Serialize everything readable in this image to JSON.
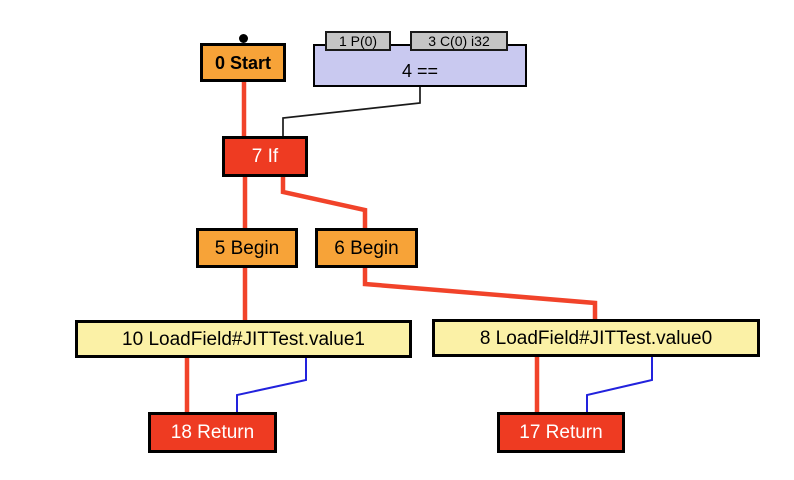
{
  "nodes": {
    "start": {
      "label": "0 Start",
      "kind": "control"
    },
    "param1": {
      "label": "1 P(0)",
      "kind": "value"
    },
    "const3": {
      "label": "3 C(0) i32",
      "kind": "constant"
    },
    "eq4": {
      "label": "4 ==",
      "kind": "expression"
    },
    "if7": {
      "label": "7 If",
      "kind": "control"
    },
    "begin5": {
      "label": "5 Begin",
      "kind": "control"
    },
    "begin6": {
      "label": "6 Begin",
      "kind": "control"
    },
    "load10": {
      "label": "10 LoadField#JITTest.value1",
      "kind": "memory"
    },
    "load8": {
      "label": "8 LoadField#JITTest.value0",
      "kind": "memory"
    },
    "ret18": {
      "label": "18 Return",
      "kind": "control"
    },
    "ret17": {
      "label": "17 Return",
      "kind": "control"
    }
  },
  "edges": [
    {
      "from": "0 Start",
      "to": "7 If",
      "type": "control"
    },
    {
      "from": "7 If",
      "to": "5 Begin",
      "type": "control"
    },
    {
      "from": "7 If",
      "to": "6 Begin",
      "type": "control"
    },
    {
      "from": "5 Begin",
      "to": "10 LoadField#JITTest.value1",
      "type": "control"
    },
    {
      "from": "6 Begin",
      "to": "8 LoadField#JITTest.value0",
      "type": "control"
    },
    {
      "from": "10 LoadField#JITTest.value1",
      "to": "18 Return",
      "type": "control"
    },
    {
      "from": "8 LoadField#JITTest.value0",
      "to": "17 Return",
      "type": "control"
    },
    {
      "from": "4 ==",
      "to": "7 If",
      "type": "expression"
    },
    {
      "from": "10 LoadField#JITTest.value1",
      "to": "18 Return",
      "type": "data"
    },
    {
      "from": "8 LoadField#JITTest.value0",
      "to": "17 Return",
      "type": "data"
    }
  ],
  "colors": {
    "background": "#ffffff",
    "node_orange": "#f7a338",
    "node_red": "#ee3b22",
    "node_yellow": "#fbf1a6",
    "node_lavender": "#c9c9f0",
    "node_gray": "#c5c5c5",
    "edge_control": "#f1432a",
    "edge_data": "#2222dd",
    "edge_expr": "#1a1a1a"
  }
}
